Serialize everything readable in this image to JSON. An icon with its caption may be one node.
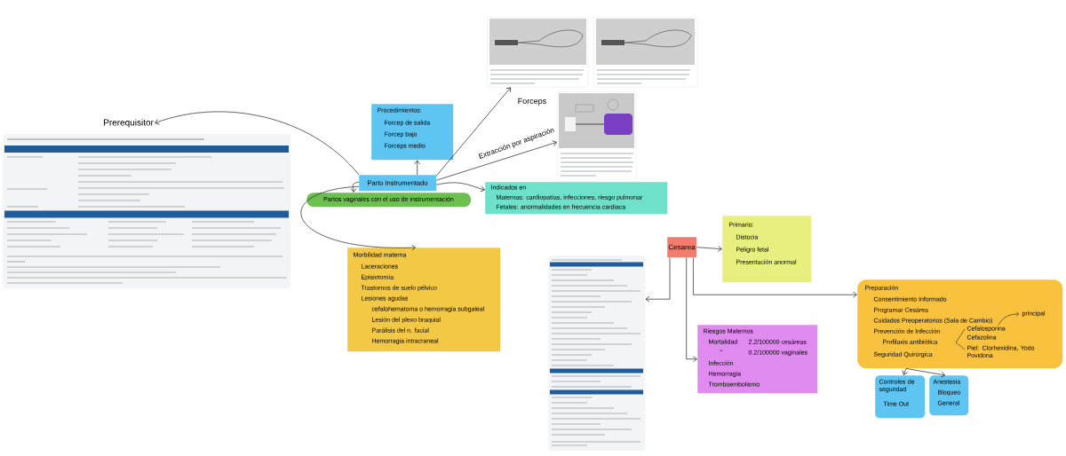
{
  "diagram": {
    "nodes": [
      {
        "text": [
          "Prerequisitor"
        ]
      },
      {
        "text": [],
        "shape": "picture"
      },
      {
        "text": [],
        "shape": "picture"
      },
      {
        "text": [],
        "shape": "picture"
      },
      {
        "text": [
          "Procedimientos:",
          "Forcep de salida",
          "Forcep bajo",
          "Forceps medio"
        ]
      },
      {
        "text": [],
        "shape": "picture"
      },
      {
        "text": [
          "Parto Instrumentado"
        ]
      },
      {
        "text": [
          "Partos vaginales con el uso de instrumentación"
        ]
      },
      {
        "text": [
          "Indicados en",
          "Maternas: cardiopatías, infecciones, riesgo pulmonar",
          "Fetales: anormalidades en frecuencia cardiaca"
        ]
      },
      {
        "text": [
          "Morbilidad materna",
          "Laceraciones",
          "Episiotomía",
          "Trastornos de suelo pélvico",
          "Lesiones agudas",
          "cefalohematoma o hemorragia subgaleal",
          "Lesión del plexo braquial",
          "Parálisis del n. facial",
          "Hemorragia intracraneal"
        ]
      },
      {
        "text": [],
        "shape": "picture"
      },
      {
        "text": [
          "Cesarea"
        ]
      },
      {
        "text": [
          "Primario:",
          "Distocia",
          "Peligro fetal",
          "Presentación anormal"
        ]
      },
      {
        "text": [
          "Riesgos Maternos",
          "Mortalidad",
          "2.2/100000 cesáreas",
          "\"",
          "0.2/100000 vaginales",
          "Infección",
          "Hemorragia",
          "Tromboembolismo"
        ]
      },
      {
        "text": [
          "Preparación",
          "Consentimiento Informado",
          "Programar Cesárea",
          "Cuidados Preoperatorios (Sala de Cambio)",
          "Prevención de Infección",
          "Profilaxis antibiótica",
          "Cefalosporina",
          "Cefazolina",
          "principal",
          "Piel: Clorhexidina, Yodo Povidona",
          "Seguridad Quirúrgica"
        ]
      },
      {
        "text": [
          "Controles de seguridad",
          "Time Out"
        ]
      },
      {
        "text": [
          "Anestesia",
          "Bloqueo",
          "General"
        ]
      }
    ],
    "edges": [
      {
        "from": 6,
        "to": 0,
        "arrow": "to"
      },
      {
        "from": 6,
        "to": 4,
        "arrow": "to"
      },
      {
        "from": 6,
        "to": 2,
        "arrow": "to",
        "label": "Forceps"
      },
      {
        "from": 6,
        "to": 5,
        "arrow": "to",
        "label": "Extracción por aspiración"
      },
      {
        "from": 6,
        "to": 8,
        "arrow": "to"
      },
      {
        "from": 6,
        "to": 7,
        "arrow": "to"
      },
      {
        "from": 6,
        "to": 9,
        "arrow": "to"
      },
      {
        "from": 11,
        "to": 12,
        "arrow": "to"
      },
      {
        "from": 11,
        "to": 10,
        "arrow": "to"
      },
      {
        "from": 11,
        "to": 13,
        "arrow": "to"
      },
      {
        "from": 11,
        "to": 14,
        "arrow": "to"
      },
      {
        "from": 14,
        "to": 15,
        "arrow": "to"
      },
      {
        "from": 14,
        "to": 16,
        "arrow": "to"
      }
    ]
  }
}
